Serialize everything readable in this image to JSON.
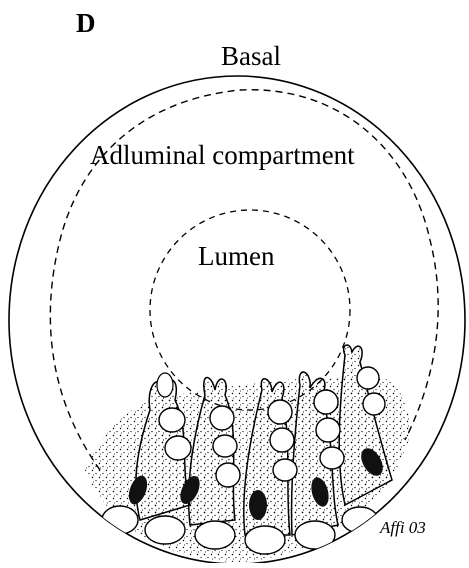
{
  "panel_letter": "D",
  "labels": {
    "basal": "Basal",
    "adluminal": "Adluminal compartment",
    "lumen": "Lumen"
  },
  "signature": "Affi 03",
  "colors": {
    "ink": "#000000",
    "cell_fill": "#ffffff",
    "nucleus": "#111111"
  }
}
